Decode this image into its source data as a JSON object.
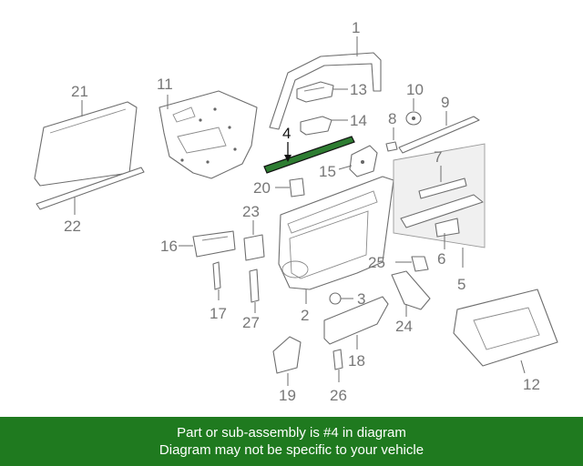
{
  "diagram": {
    "highlight_color": "#2e7d32",
    "highlighted_part": "4",
    "callouts": {
      "c1": "1",
      "c2": "2",
      "c3": "3",
      "c4": "4",
      "c5": "5",
      "c6": "6",
      "c7": "7",
      "c8": "8",
      "c9": "9",
      "c10": "10",
      "c11": "11",
      "c12": "12",
      "c13": "13",
      "c14": "14",
      "c15": "15",
      "c16": "16",
      "c17": "17",
      "c18": "18",
      "c19": "19",
      "c20": "20",
      "c21": "21",
      "c22": "22",
      "c23": "23",
      "c24": "24",
      "c25": "25",
      "c26": "26",
      "c27": "27"
    }
  },
  "banner": {
    "line1": "Part or sub-assembly is #4 in diagram",
    "line2": "Diagram may not be specific to your vehicle",
    "background": "#1f7a1f"
  }
}
